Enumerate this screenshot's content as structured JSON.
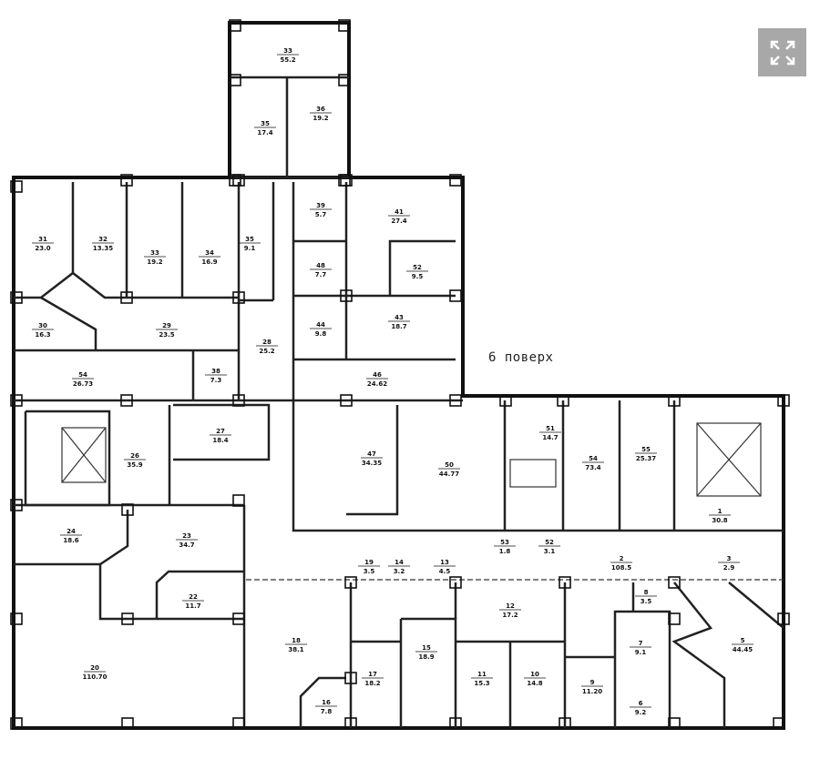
{
  "floor_label": "6 поверх",
  "expand_button": {
    "icon": "expand-icon",
    "color": "#a8a8a8"
  },
  "rooms": [
    {
      "num": "33",
      "area": "55.2"
    },
    {
      "num": "35",
      "area": "17.4"
    },
    {
      "num": "36",
      "area": "19.2"
    },
    {
      "num": "31",
      "area": "23.0"
    },
    {
      "num": "32",
      "area": "13.35"
    },
    {
      "num": "33",
      "area": "19.2"
    },
    {
      "num": "34",
      "area": "16.9"
    },
    {
      "num": "35",
      "area": "9.1"
    },
    {
      "num": "39",
      "area": "5.7"
    },
    {
      "num": "41",
      "area": "27.4"
    },
    {
      "num": "48",
      "area": "7.7"
    },
    {
      "num": "52",
      "area": "9.5"
    },
    {
      "num": "30",
      "area": "16.3"
    },
    {
      "num": "29",
      "area": "23.5"
    },
    {
      "num": "44",
      "area": "9.8"
    },
    {
      "num": "43",
      "area": "18.7"
    },
    {
      "num": "28",
      "area": "25.2"
    },
    {
      "num": "54",
      "area": "26.73"
    },
    {
      "num": "38",
      "area": "7.3"
    },
    {
      "num": "46",
      "area": "24.62"
    },
    {
      "num": "26",
      "area": "35.9"
    },
    {
      "num": "27",
      "area": "18.4"
    },
    {
      "num": "47",
      "area": "34.35"
    },
    {
      "num": "50",
      "area": "44.77"
    },
    {
      "num": "51",
      "area": "14.7"
    },
    {
      "num": "54",
      "area": "73.4"
    },
    {
      "num": "55",
      "area": "25.37"
    },
    {
      "num": "1",
      "area": "30.8"
    },
    {
      "num": "24",
      "area": "18.6"
    },
    {
      "num": "23",
      "area": "34.7"
    },
    {
      "num": "22",
      "area": "11.7"
    },
    {
      "num": "20",
      "area": "110.70"
    },
    {
      "num": "53",
      "area": "1.8"
    },
    {
      "num": "52",
      "area": "3.1"
    },
    {
      "num": "19",
      "area": "3.5"
    },
    {
      "num": "14",
      "area": "3.2"
    },
    {
      "num": "13",
      "area": "4.5"
    },
    {
      "num": "2",
      "area": "108.5"
    },
    {
      "num": "3",
      "area": "2.9"
    },
    {
      "num": "18",
      "area": "38.1"
    },
    {
      "num": "17",
      "area": "18.2"
    },
    {
      "num": "15",
      "area": "18.9"
    },
    {
      "num": "12",
      "area": "17.2"
    },
    {
      "num": "11",
      "area": "15.3"
    },
    {
      "num": "10",
      "area": "14.8"
    },
    {
      "num": "8",
      "area": "3.5"
    },
    {
      "num": "9",
      "area": "11.20"
    },
    {
      "num": "7",
      "area": "9.1"
    },
    {
      "num": "6",
      "area": "9.2"
    },
    {
      "num": "5",
      "area": "44.45"
    },
    {
      "num": "16",
      "area": "7.8"
    }
  ]
}
